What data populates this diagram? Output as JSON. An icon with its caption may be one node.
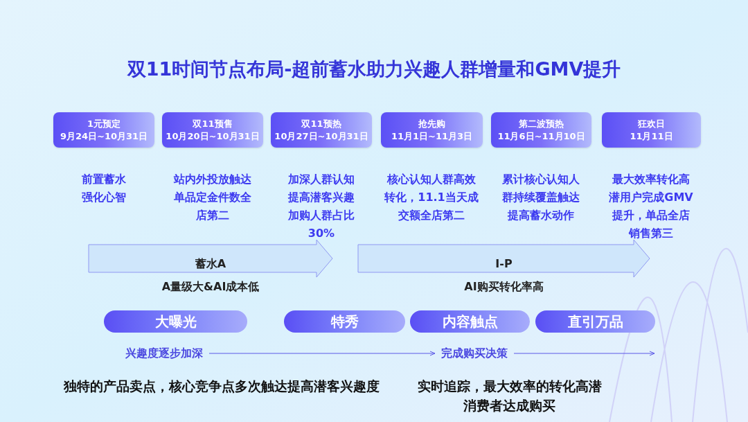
{
  "diagram": {
    "title": "双11时间节点布局-超前蓄水助力兴趣人群增量和GMV提升",
    "nodes": [
      {
        "text": [
          "1元预定",
          "9月24日~10月31日"
        ]
      },
      {
        "text": [
          "双11预售",
          "10月20日~10月31日"
        ]
      },
      {
        "text": [
          "双11预热",
          "10月27日~10月31日"
        ]
      },
      {
        "text": [
          "抢先购",
          "11月1日~11月3日"
        ]
      },
      {
        "text": [
          "第二波预热",
          "11月6日~11月10日"
        ]
      },
      {
        "text": [
          "狂欢日",
          "11月11日"
        ]
      },
      {
        "text": [
          "蓄水A"
        ],
        "beside": [
          "A量级大&AI成本低"
        ]
      },
      {
        "text": [
          "I-P"
        ],
        "beside": [
          "AI购买转化率高"
        ]
      },
      {
        "text": [
          "大曝光"
        ]
      },
      {
        "text": [
          "特秀"
        ]
      },
      {
        "text": [
          "内容触点"
        ]
      },
      {
        "text": [
          "直引万品"
        ]
      },
      {
        "text": [
          "兴趣度逐步加深"
        ]
      },
      {
        "text": [
          "完成购买决策"
        ]
      }
    ],
    "edges": [
      {
        "from": 12,
        "to": 13,
        "arrow": "to"
      },
      {
        "from": 13,
        "to": null,
        "arrow": "to"
      }
    ],
    "labels": [
      "前置蓄水强化心智",
      "站内外投放触达单品定金件数全店第二",
      "加深人群认知提高潜客兴趣加购人群占比30%",
      "核心认知人群高效转化，11.1当天成交额全店第二",
      "累计核心认知人群持续覆盖触达提高蓄水动作",
      "最大效率转化高潜用户完成GMV提升，单品全店销售第三",
      "独特的产品卖点，核心竞争点多次触达提高潜客兴趣度",
      "实时追踪，最大效率的转化高潜消费者达成购买"
    ]
  }
}
